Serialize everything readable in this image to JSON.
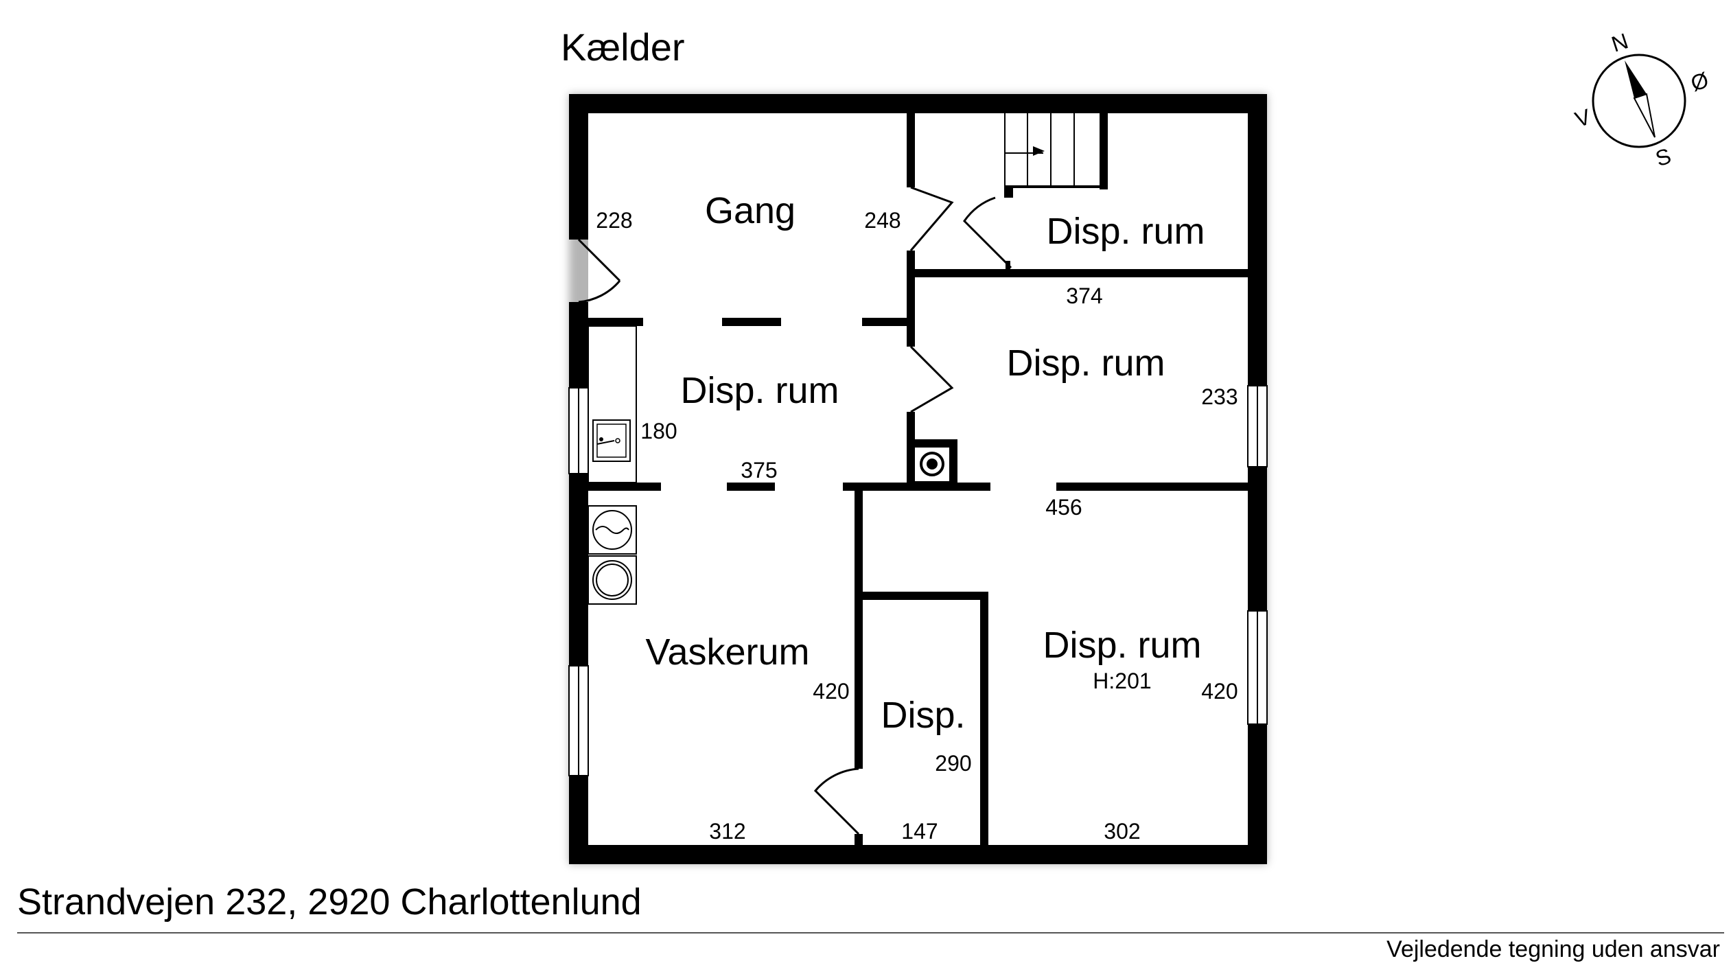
{
  "floor_title": "Kælder",
  "address": "Strandvejen 232, 2920 Charlottenlund",
  "disclaimer": "Vejledende tegning uden ansvar",
  "compass": {
    "n": "N",
    "e": "Ø",
    "s": "S",
    "w": "V"
  },
  "rooms": {
    "gang": "Gang",
    "disp_top_right": "Disp. rum",
    "disp_mid_right": "Disp. rum",
    "disp_mid_left": "Disp. rum",
    "vaskerum": "Vaskerum",
    "disp_small": "Disp.",
    "disp_bottom_right": "Disp. rum",
    "height_note": "H:201"
  },
  "dimensions": {
    "d228": "228",
    "d248": "248",
    "d374": "374",
    "d233": "233",
    "d180": "180",
    "d375": "375",
    "d456": "456",
    "d420_left": "420",
    "d420_right": "420",
    "d290": "290",
    "d312": "312",
    "d147": "147",
    "d302": "302"
  }
}
